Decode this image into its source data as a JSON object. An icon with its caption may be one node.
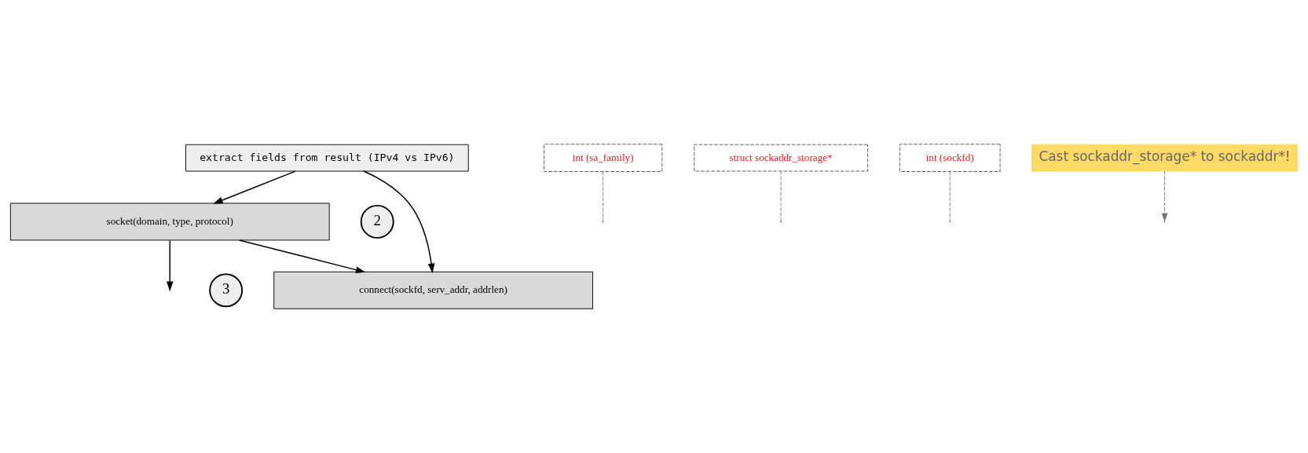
{
  "diagram": {
    "nodes": [
      {
        "text": [
          "extract fields from result (IPv4 vs IPv6)"
        ]
      },
      {
        "text": [
          "int (sa_family)"
        ]
      },
      {
        "text": [
          "struct sockaddr_storage*"
        ]
      },
      {
        "text": [
          "2"
        ]
      },
      {
        "text": [
          "socket(domain, type, protocol)"
        ]
      },
      {
        "text": [
          "int (sockfd)"
        ]
      },
      {
        "text": [
          "Cast sockaddr_storage* to sockaddr*!"
        ]
      },
      {
        "text": [
          "3"
        ]
      },
      {
        "text": [
          "connect(sockfd, serv_addr, addrlen)"
        ]
      }
    ],
    "edges": [
      {
        "from": 0,
        "to": 4,
        "arrow": "to"
      },
      {
        "from": 0,
        "to": 8,
        "arrow": "to"
      },
      {
        "from": 1,
        "to": null,
        "arrow": "none",
        "style": "dashed",
        "color": "#777777"
      },
      {
        "from": 2,
        "to": null,
        "arrow": "none",
        "style": "dashed",
        "color": "#777777"
      },
      {
        "from": 4,
        "to": 8,
        "arrow": "to"
      },
      {
        "from": 4,
        "to": null,
        "arrow": "to"
      },
      {
        "from": 5,
        "to": null,
        "arrow": "none",
        "style": "dashed",
        "color": "#777777"
      },
      {
        "from": 6,
        "to": null,
        "arrow": "to",
        "style": "dashed",
        "color": "#777777"
      }
    ]
  }
}
